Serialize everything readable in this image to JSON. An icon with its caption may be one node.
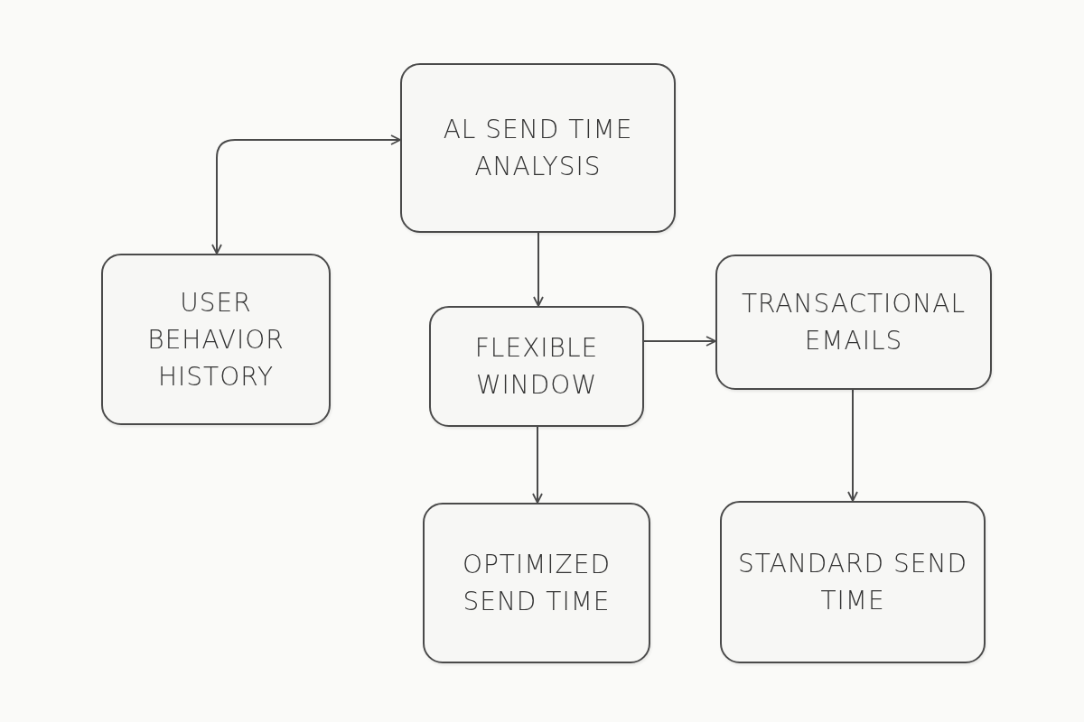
{
  "diagram": {
    "nodes": [
      {
        "text": [
          "AL SEND TIME ANALYSIS"
        ]
      },
      {
        "text": [
          "USER BEHAVIOR HISTORY"
        ]
      },
      {
        "text": [
          "FLEXIBLE WINDOW"
        ]
      },
      {
        "text": [
          "TRANSACTIONAL EMAILS"
        ]
      },
      {
        "text": [
          "OPTIMIZED SEND TIME"
        ]
      },
      {
        "text": [
          "STANDARD SEND TIME"
        ]
      }
    ],
    "edges": [
      {
        "from": 1,
        "to": 0,
        "arrow": "both"
      },
      {
        "from": 0,
        "to": 2,
        "arrow": "to"
      },
      {
        "from": 2,
        "to": 3,
        "arrow": "to"
      },
      {
        "from": 2,
        "to": 4,
        "arrow": "to"
      },
      {
        "from": 3,
        "to": 5,
        "arrow": "to"
      }
    ]
  }
}
